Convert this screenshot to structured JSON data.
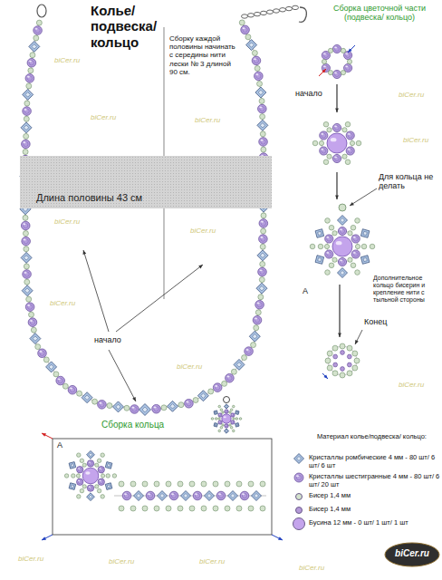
{
  "diagram": {
    "title": "Колье/ подвеска/ кольцо",
    "nodes": [
      {
        "text": [
          "Длина половины 43 см"
        ]
      }
    ],
    "labels": [
      "Сборку каждой половины начинать с середины нити лески № 3 длиной 90 см.",
      "начало",
      "Сборка цветочной части (подвеска/ кольцо)",
      "начало",
      "Для кольца не делать",
      "A",
      "Дополнительное кольцо бисерин и крепление нити с тыльной стороны",
      "Конец",
      "Сборка кольца",
      "A",
      "Материал колье/подвеска/ кольцо:",
      "biCer.ru",
      "biCer.ru",
      "biCer.ru",
      "biCer.ru",
      "biCer.ru",
      "biCer.ru",
      "biCer.ru",
      "biCer.ru",
      "biCer.ru",
      "biCer.ru",
      "biCer.ru",
      "biCer.ru",
      "biCer.ru",
      "biCer.ru",
      "biCer.ru"
    ],
    "legend": [
      {
        "text": "Кристаллы ромбические 4 мм - 80 шт/ 6 шт/ 6 шт"
      },
      {
        "text": "Кристаллы шестигранные 4 мм - 80 шт/ 6 шт/ 20 шт"
      },
      {
        "text": "Бисер 1,4 мм",
        "color": "#d3e2cc"
      },
      {
        "text": "Бисер 1,4 мм",
        "color": "#b59ad8"
      },
      {
        "text": "Бусина 12 мм - 0 шт/ 1 шт/ 1 шт",
        "color": "#c4a4ec"
      }
    ]
  }
}
